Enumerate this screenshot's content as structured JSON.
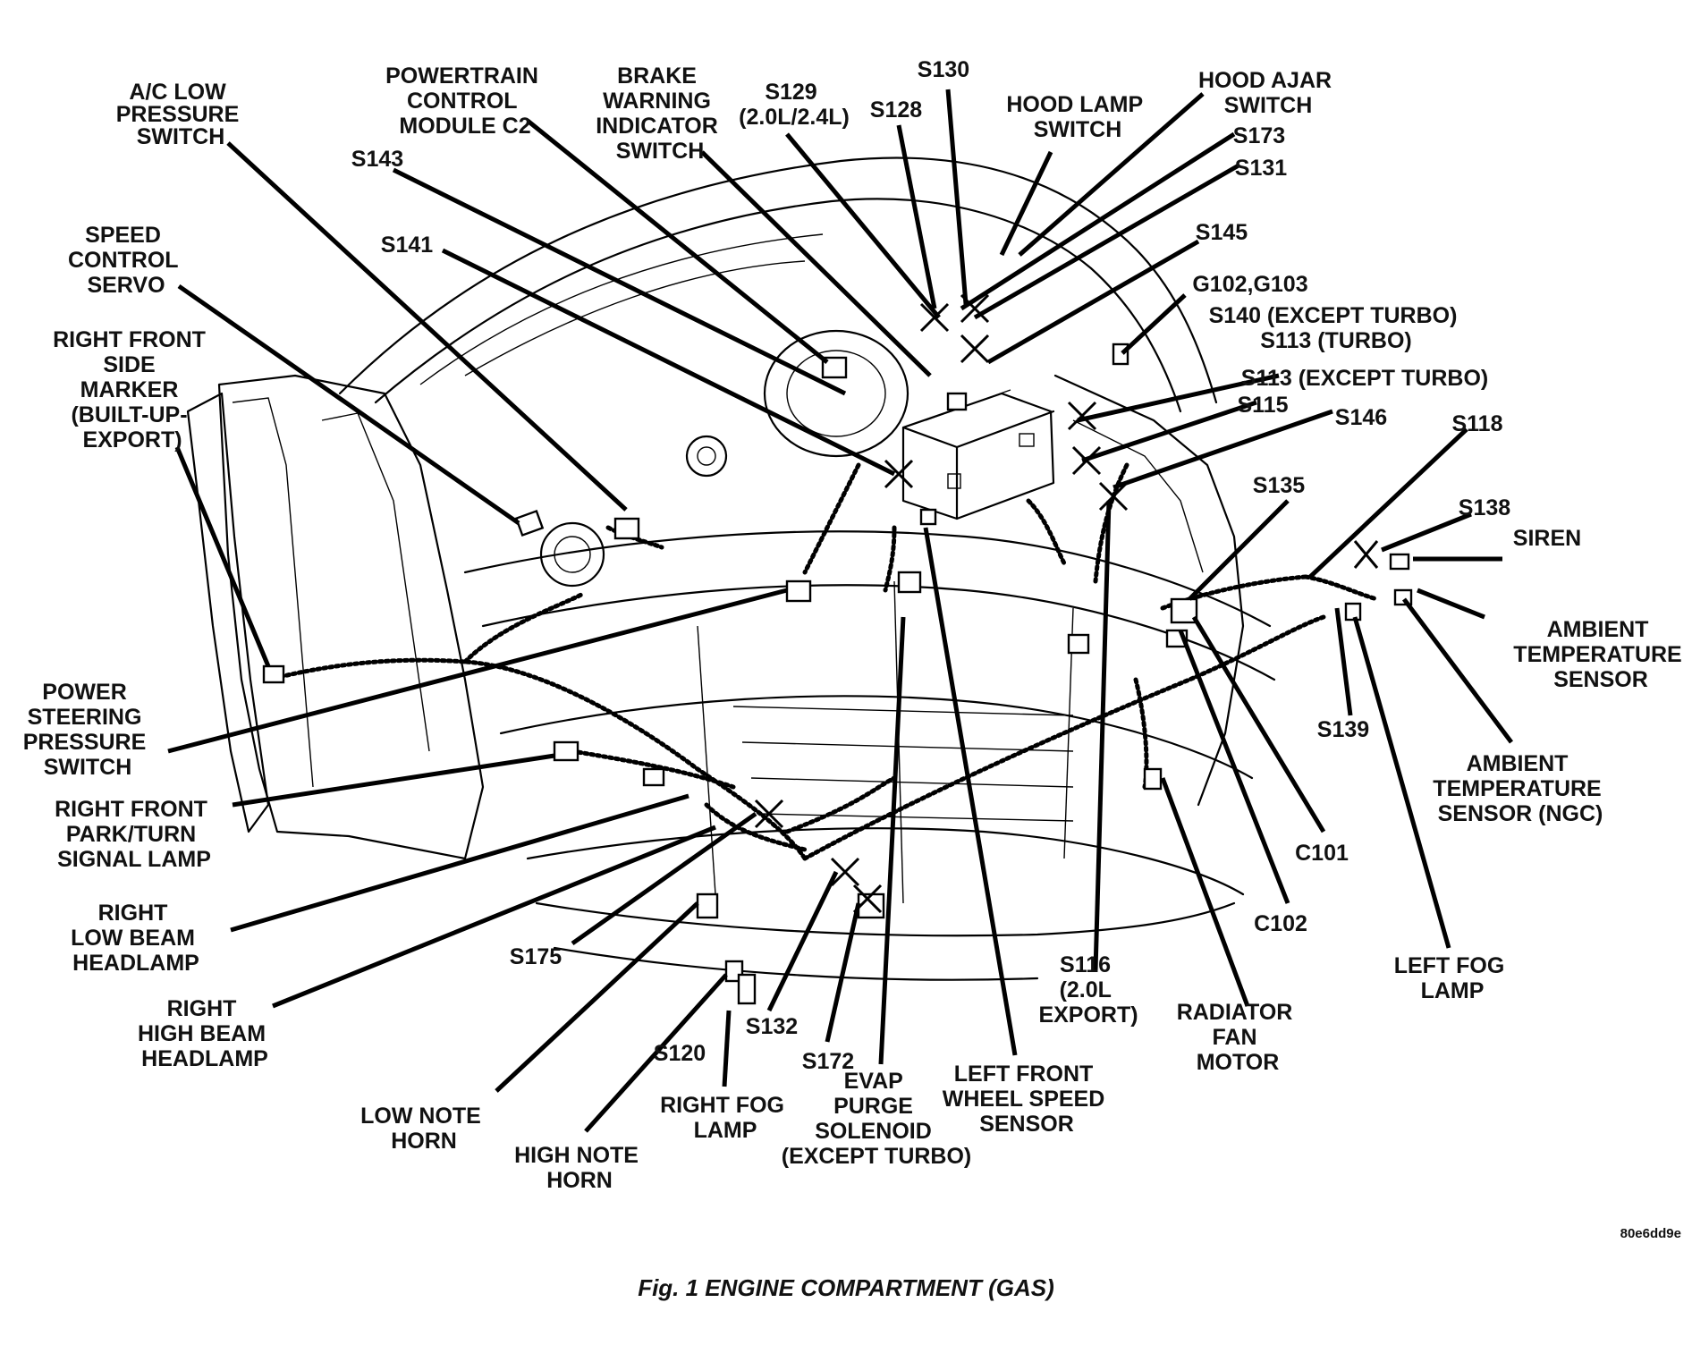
{
  "labels": {
    "ac_low_pressure_switch": [
      "A/C LOW",
      "PRESSURE",
      "SWITCH"
    ],
    "speed_control_servo": [
      "SPEED",
      "CONTROL",
      "SERVO"
    ],
    "right_front_side_marker": [
      "RIGHT FRONT",
      "SIDE",
      "MARKER",
      "(BUILT-UP-",
      "EXPORT)"
    ],
    "power_steering_pressure_switch": [
      "POWER",
      "STEERING",
      "PRESSURE",
      "SWITCH"
    ],
    "right_front_park_turn": [
      "RIGHT FRONT",
      "PARK/TURN",
      "SIGNAL LAMP"
    ],
    "right_low_beam": [
      "RIGHT",
      "LOW BEAM",
      "HEADLAMP"
    ],
    "right_high_beam": [
      "RIGHT",
      "HIGH BEAM",
      "HEADLAMP"
    ],
    "low_note_horn": [
      "LOW NOTE",
      "HORN"
    ],
    "high_note_horn": [
      "HIGH NOTE",
      "HORN"
    ],
    "right_fog_lamp": [
      "RIGHT FOG",
      "LAMP"
    ],
    "evap_purge": [
      "EVAP",
      "PURGE",
      "SOLENOID",
      "(EXCEPT TURBO)"
    ],
    "left_front_wheel_speed": [
      "LEFT FRONT",
      "WHEEL  SPEED",
      "SENSOR"
    ],
    "s116": [
      "S116",
      "(2.0L",
      "EXPORT)"
    ],
    "radiator_fan_motor": [
      "RADIATOR",
      "FAN",
      "MOTOR"
    ],
    "left_fog_lamp": [
      "LEFT FOG",
      "LAMP"
    ],
    "ambient_temp_ngc": [
      "AMBIENT",
      "TEMPERATURE",
      "SENSOR (NGC)"
    ],
    "ambient_temp": [
      "AMBIENT",
      "TEMPERATURE",
      "SENSOR"
    ],
    "powertrain_control_module": [
      "POWERTRAIN",
      "CONTROL",
      "MODULE C2"
    ],
    "brake_warning_indicator": [
      "BRAKE",
      "WARNING",
      "INDICATOR",
      "SWITCH"
    ],
    "s129": [
      "S129",
      "(2.0L/2.4L)"
    ],
    "hood_lamp_switch": [
      "HOOD LAMP",
      "SWITCH"
    ],
    "hood_ajar_switch": [
      "HOOD AJAR",
      "SWITCH"
    ],
    "s140_s113": [
      "S140 (EXCEPT TURBO)",
      "S113 (TURBO)"
    ],
    "s143": "S143",
    "s141": "S141",
    "s128": "S128",
    "s130": "S130",
    "s173": "S173",
    "s131": "S131",
    "s145": "S145",
    "g102_g103": "G102,G103",
    "s113_except_turbo": "S113 (EXCEPT TURBO)",
    "s115": "S115",
    "s146": "S146",
    "s118": "S118",
    "s135": "S135",
    "s138": "S138",
    "siren": "SIREN",
    "s139": "S139",
    "c101": "C101",
    "c102": "C102",
    "s175": "S175",
    "s132": "S132",
    "s120": "S120",
    "s172": "S172"
  },
  "reference_code": "80e6dd9e",
  "caption": "Fig. 1 ENGINE COMPARTMENT (GAS)"
}
